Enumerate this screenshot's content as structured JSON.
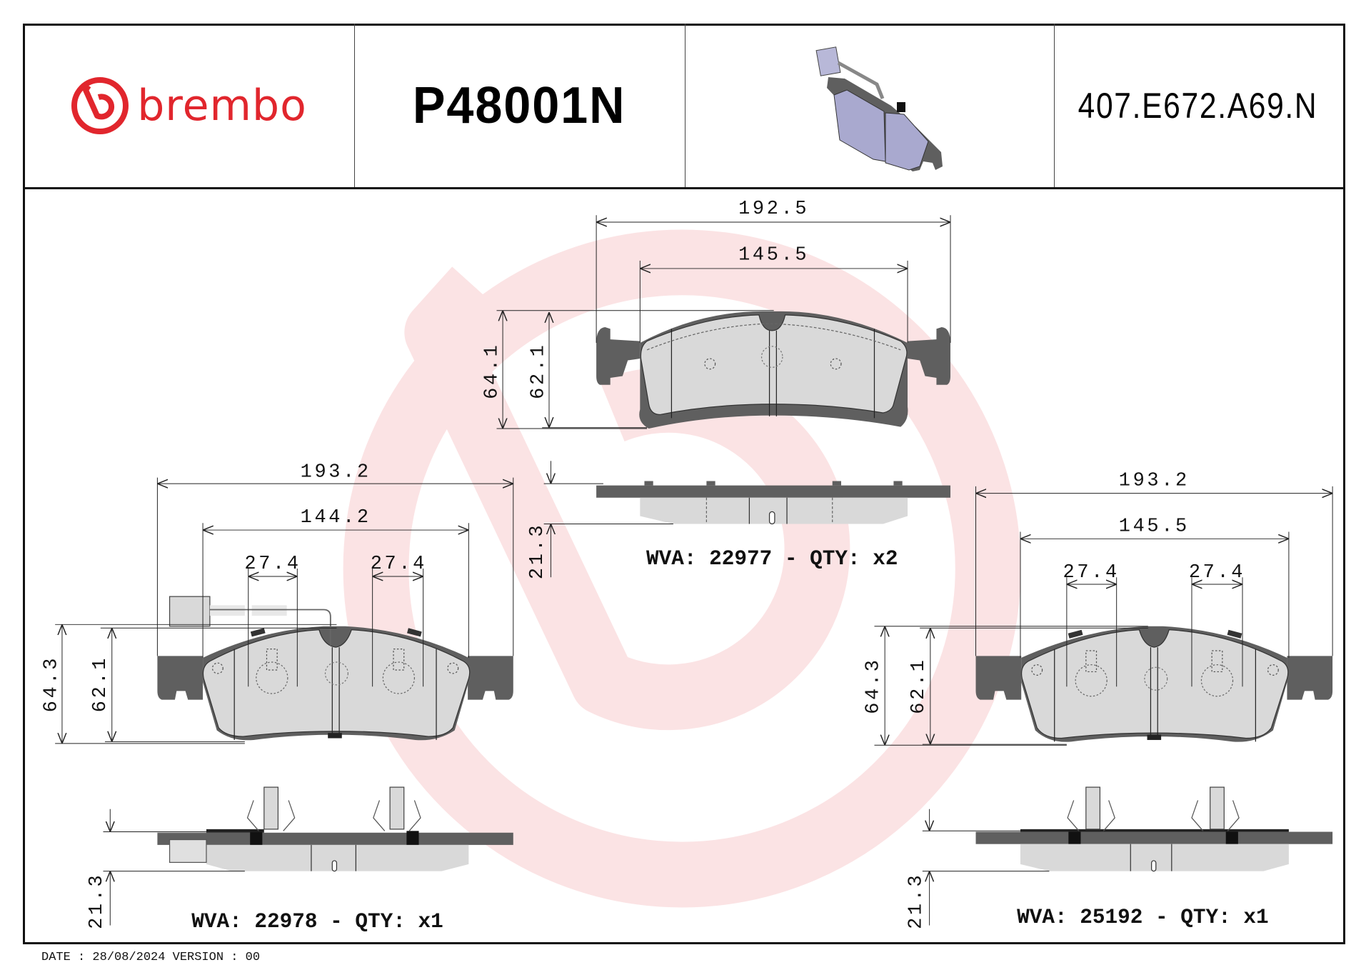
{
  "header": {
    "brand": "brembo",
    "part_number": "P48001N",
    "oe_code": "407.E672.A69.N",
    "product_image": "brake-pad-set-3d-render"
  },
  "colors": {
    "brand_red": "#e1262d",
    "watermark_pink": "#fbe3e4",
    "backing_plate": "#5f5f5f",
    "friction_material": "#d9d9d9",
    "render_blue": "#a9a9cf"
  },
  "drawings": {
    "top_pad": {
      "dim_overall_width": "192.5",
      "dim_friction_width": "145.5",
      "dim_overall_height": "64.1",
      "dim_friction_height": "62.1",
      "dim_thickness": "21.3",
      "wva_label": "WVA: 22977 - QTY: x2"
    },
    "left_pad": {
      "dim_overall_width": "193.2",
      "dim_friction_width": "144.2",
      "dim_clip_left": "27.4",
      "dim_clip_right": "27.4",
      "dim_overall_height": "64.3",
      "dim_friction_height": "62.1",
      "dim_thickness": "21.3",
      "wva_label": "WVA: 22978 - QTY: x1"
    },
    "right_pad": {
      "dim_overall_width": "193.2",
      "dim_friction_width": "145.5",
      "dim_clip_left": "27.4",
      "dim_clip_right": "27.4",
      "dim_overall_height": "64.3",
      "dim_friction_height": "62.1",
      "dim_thickness": "21.3",
      "wva_label": "WVA: 25192 - QTY: x1"
    }
  },
  "footer": {
    "date_version": "DATE : 28/08/2024 VERSION : 00"
  }
}
